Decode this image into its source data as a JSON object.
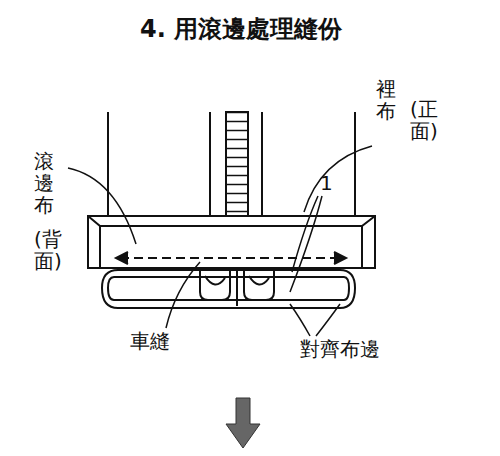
{
  "diagram": {
    "title": "4. 用滾邊處理縫份",
    "labels": [
      "裡布",
      "(正面)",
      "滾邊布",
      "(背面)",
      "1",
      "車縫",
      "對齊布邊"
    ]
  }
}
